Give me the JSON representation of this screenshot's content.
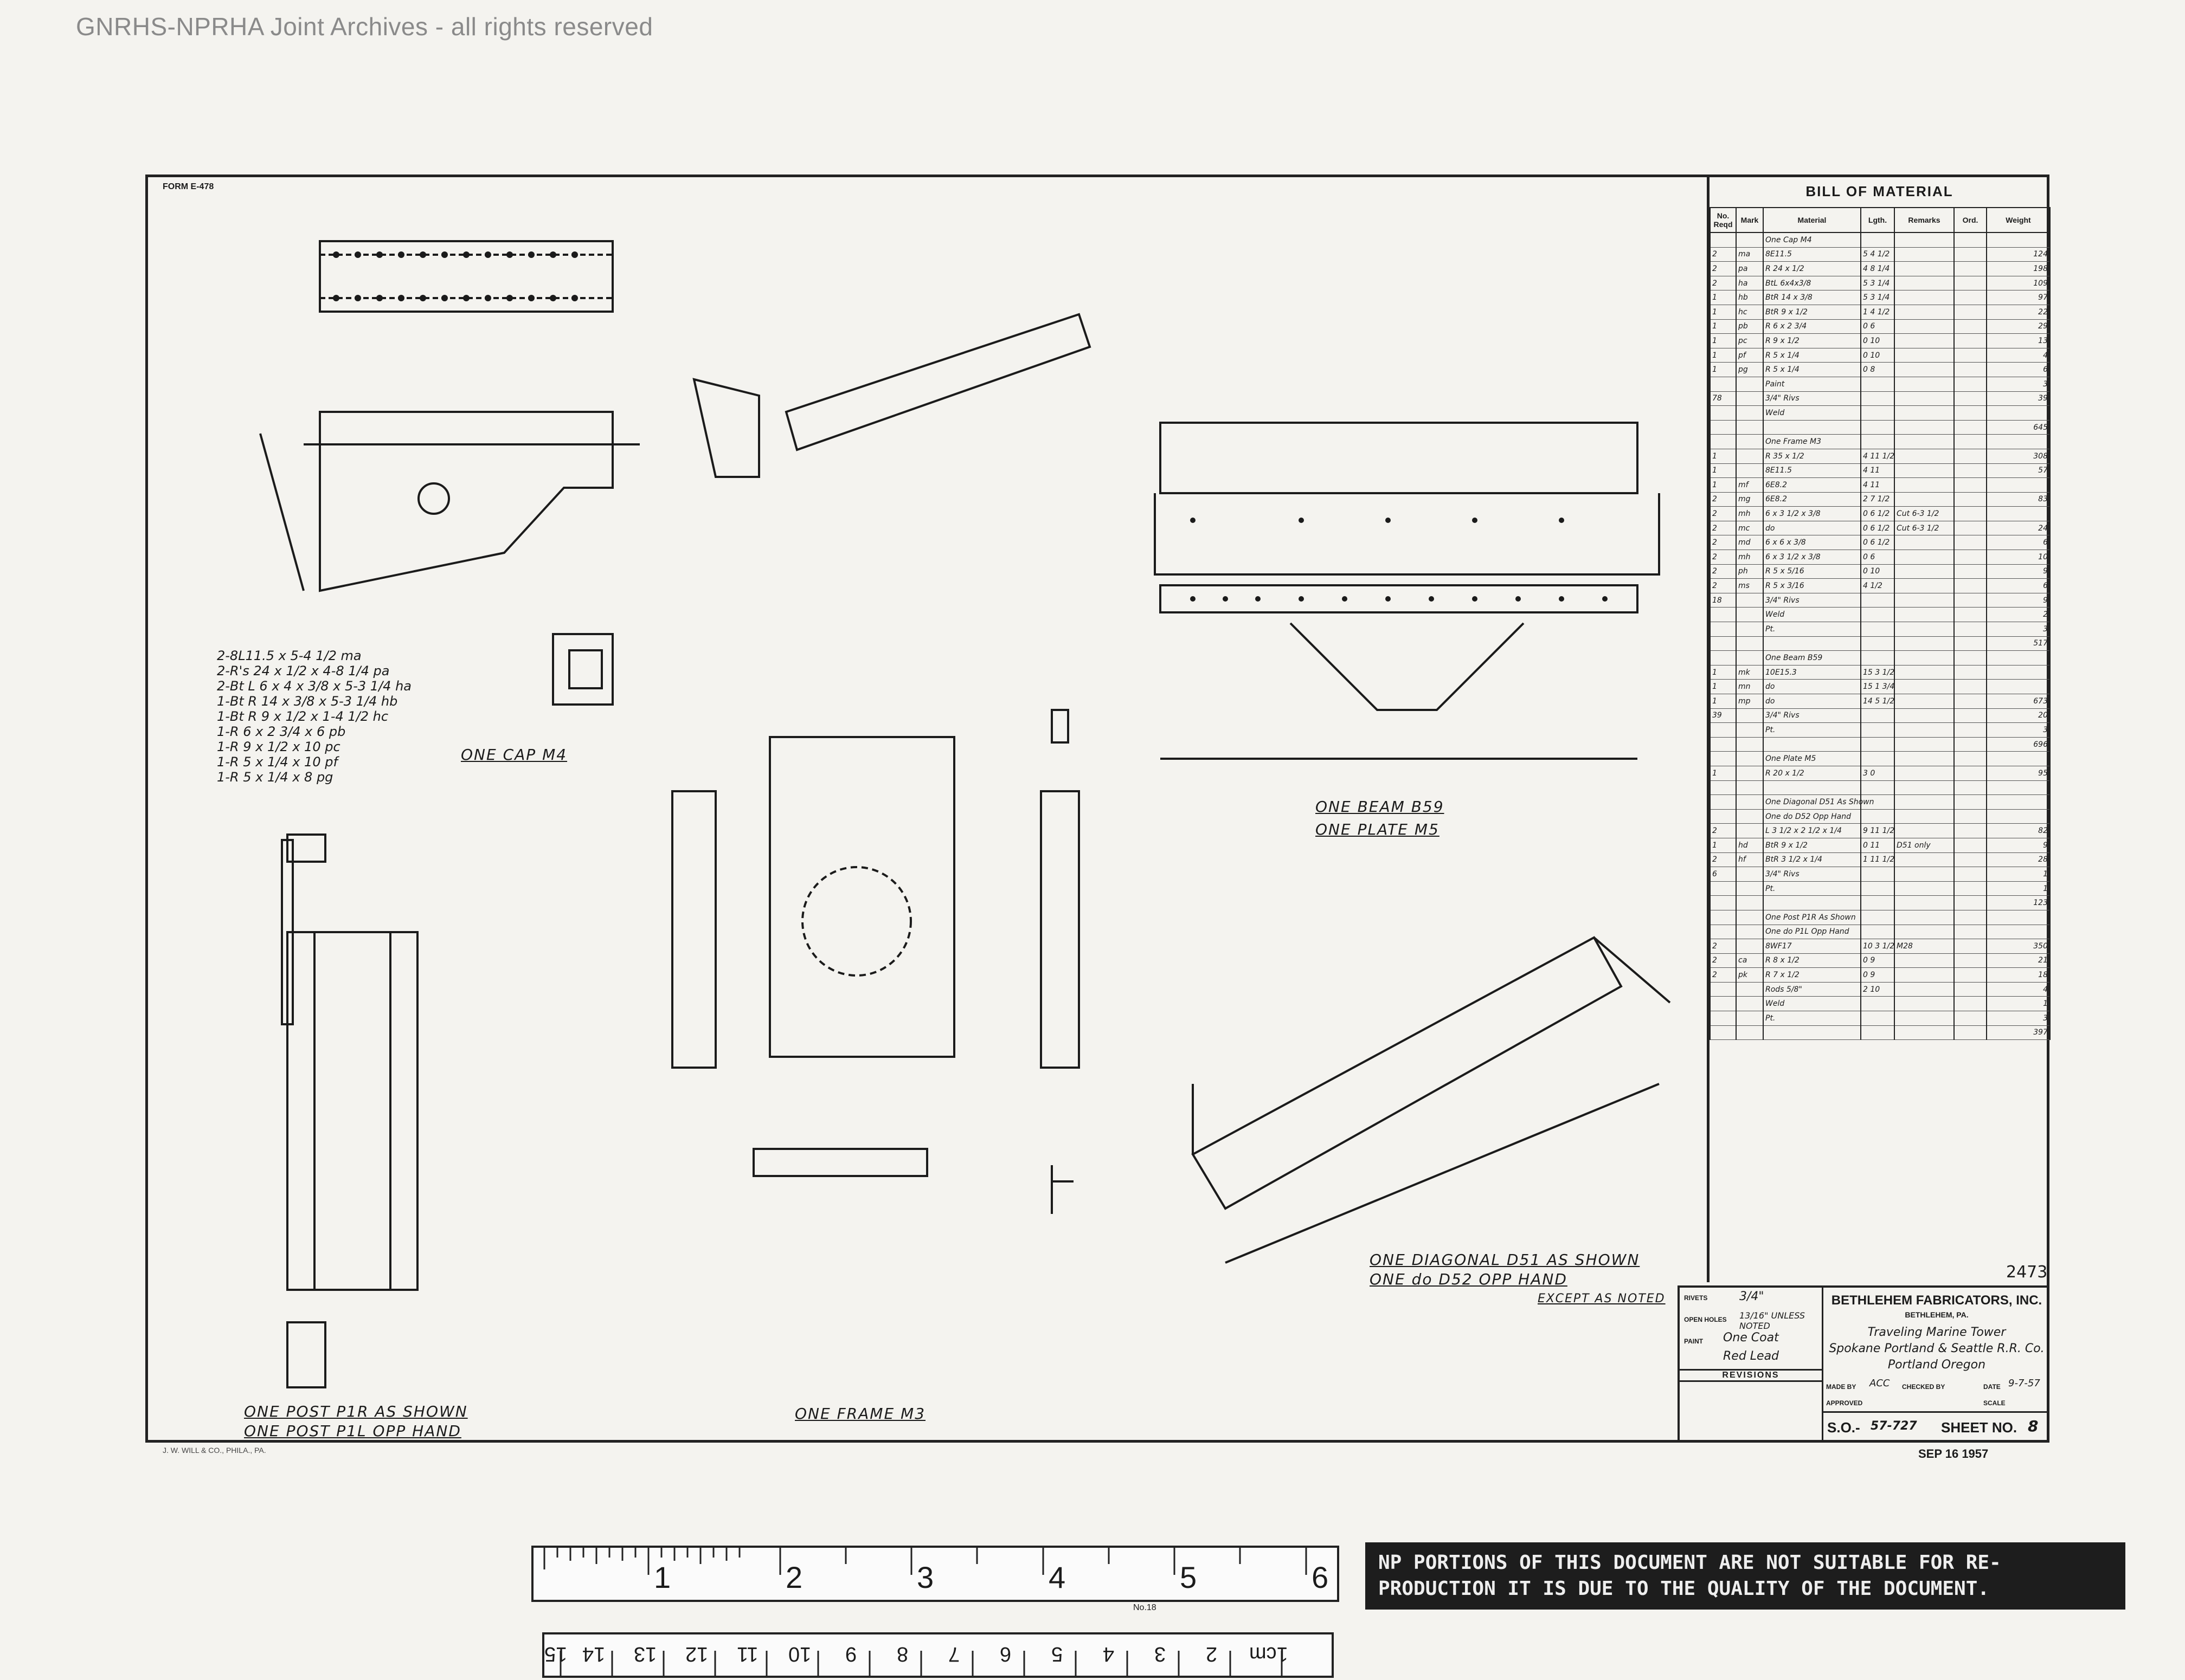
{
  "watermark": "GNRHS-NPRHA Joint Archives - all rights reserved",
  "form_no": "FORM E-478",
  "printer_note": "J. W. WILL & CO., PHILA., PA.",
  "views": {
    "cap": "ONE CAP M4",
    "cap_list": [
      "2-8L11.5 x 5-4 1/2 ma",
      "2-R's 24 x 1/2 x 4-8 1/4 pa",
      "2-Bt L 6 x 4 x 3/8 x 5-3 1/4 ha",
      "1-Bt R 14 x 3/8 x 5-3 1/4 hb",
      "1-Bt R 9 x 1/2 x 1-4 1/2 hc",
      "1-R 6 x 2 3/4 x 6 pb",
      "1-R 9 x 1/2 x 10 pc",
      "1-R 5 x 1/4 x 10 pf",
      "1-R 5 x 1/4 x 8 pg"
    ],
    "beam": "ONE BEAM B59",
    "plate": "ONE PLATE M5",
    "frame": "ONE FRAME M3",
    "post": "ONE POST P1R AS SHOWN",
    "post2": "ONE POST P1L OPP HAND",
    "diagonal": "ONE DIAGONAL D51 AS SHOWN",
    "diagonal2": "ONE do D52 OPP HAND",
    "diagonal3": "EXCEPT AS NOTED"
  },
  "bom": {
    "title": "BILL OF MATERIAL",
    "headers": [
      "No. Reqd",
      "Mark",
      "Material",
      "Lgth.",
      "Remarks",
      "Ord.",
      "Weight"
    ],
    "rows": [
      [
        "",
        "",
        "One Cap M4",
        "",
        "",
        "",
        ""
      ],
      [
        "2",
        "ma",
        "8E11.5",
        "5 4 1/2",
        "",
        "",
        "124"
      ],
      [
        "2",
        "pa",
        "R 24 x 1/2",
        "4 8 1/4",
        "",
        "",
        "198"
      ],
      [
        "2",
        "ha",
        "BtL 6x4x3/8",
        "5 3 1/4",
        "",
        "",
        "109"
      ],
      [
        "1",
        "hb",
        "BtR 14 x 3/8",
        "5 3 1/4",
        "",
        "",
        "97"
      ],
      [
        "1",
        "hc",
        "BtR 9 x 1/2",
        "1 4 1/2",
        "",
        "",
        "22"
      ],
      [
        "1",
        "pb",
        "R 6 x 2 3/4",
        "0 6",
        "",
        "",
        "29"
      ],
      [
        "1",
        "pc",
        "R 9 x 1/2",
        "0 10",
        "",
        "",
        "13"
      ],
      [
        "1",
        "pf",
        "R 5 x 1/4",
        "0 10",
        "",
        "",
        "4"
      ],
      [
        "1",
        "pg",
        "R 5 x 1/4",
        "0 8",
        "",
        "",
        "6"
      ],
      [
        "",
        "",
        "Paint",
        "",
        "",
        "",
        "3"
      ],
      [
        "78",
        "",
        "3/4\" Rivs",
        "",
        "",
        "",
        "39"
      ],
      [
        "",
        "",
        "Weld",
        "",
        "",
        "",
        ""
      ],
      [
        "",
        "",
        "",
        "",
        "",
        "",
        "645"
      ],
      [
        "",
        "",
        "One Frame M3",
        "",
        "",
        "",
        ""
      ],
      [
        "1",
        "",
        "R 35 x 1/2",
        "4 11 1/2",
        "",
        "",
        "308"
      ],
      [
        "1",
        "",
        "8E11.5",
        "4 11",
        "",
        "",
        "57"
      ],
      [
        "1",
        "mf",
        "6E8.2",
        "4 11",
        "",
        "",
        ""
      ],
      [
        "2",
        "mg",
        "6E8.2",
        "2 7 1/2",
        "",
        "",
        "83"
      ],
      [
        "2",
        "mh",
        "6 x 3 1/2 x 3/8",
        "0 6 1/2",
        "Cut 6-3 1/2",
        "",
        ""
      ],
      [
        "2",
        "mc",
        "do",
        "0 6 1/2",
        "Cut 6-3 1/2",
        "",
        "24"
      ],
      [
        "2",
        "md",
        "6 x 6 x 3/8",
        "0 6 1/2",
        "",
        "",
        "6"
      ],
      [
        "2",
        "mh",
        "6 x 3 1/2 x 3/8",
        "0 6",
        "",
        "",
        "10"
      ],
      [
        "2",
        "ph",
        "R 5 x 5/16",
        "0 10",
        "",
        "",
        "9"
      ],
      [
        "2",
        "ms",
        "R 5 x 3/16",
        "4 1/2",
        "",
        "",
        "6"
      ],
      [
        "18",
        "",
        "3/4\" Rivs",
        "",
        "",
        "",
        "9"
      ],
      [
        "",
        "",
        "Weld",
        "",
        "",
        "",
        "2"
      ],
      [
        "",
        "",
        "Pt.",
        "",
        "",
        "",
        "3"
      ],
      [
        "",
        "",
        "",
        "",
        "",
        "",
        "517"
      ],
      [
        "",
        "",
        "One Beam B59",
        "",
        "",
        "",
        ""
      ],
      [
        "1",
        "mk",
        "10E15.3",
        "15 3 1/2",
        "",
        "",
        ""
      ],
      [
        "1",
        "mn",
        "do",
        "15 1 3/4",
        "",
        "",
        ""
      ],
      [
        "1",
        "mp",
        "do",
        "14 5 1/2",
        "",
        "",
        "673"
      ],
      [
        "39",
        "",
        "3/4\" Rivs",
        "",
        "",
        "",
        "20"
      ],
      [
        "",
        "",
        "Pt.",
        "",
        "",
        "",
        "3"
      ],
      [
        "",
        "",
        "",
        "",
        "",
        "",
        "696"
      ],
      [
        "",
        "",
        "One Plate M5",
        "",
        "",
        "",
        ""
      ],
      [
        "1",
        "",
        "R 20 x 1/2",
        "3 0",
        "",
        "",
        "95"
      ],
      [
        "",
        "",
        "",
        "",
        "",
        "",
        ""
      ],
      [
        "",
        "",
        "One Diagonal D51 As Shown",
        "",
        "",
        "",
        ""
      ],
      [
        "",
        "",
        "One do D52 Opp Hand",
        "",
        "",
        "",
        ""
      ],
      [
        "2",
        "",
        "L 3 1/2 x 2 1/2 x 1/4",
        "9 11 1/2",
        "",
        "",
        "82"
      ],
      [
        "1",
        "hd",
        "BtR 9 x 1/2",
        "0 11",
        "D51 only",
        "",
        "9"
      ],
      [
        "2",
        "hf",
        "BtR 3 1/2 x 1/4",
        "1 11 1/2",
        "",
        "",
        "28"
      ],
      [
        "6",
        "",
        "3/4\" Rivs",
        "",
        "",
        "",
        "1"
      ],
      [
        "",
        "",
        "Pt.",
        "",
        "",
        "",
        "1"
      ],
      [
        "",
        "",
        "",
        "",
        "",
        "",
        "123"
      ],
      [
        "",
        "",
        "One Post P1R As Shown",
        "",
        "",
        "",
        ""
      ],
      [
        "",
        "",
        "One do P1L Opp Hand",
        "",
        "",
        "",
        ""
      ],
      [
        "2",
        "",
        "8WF17",
        "10 3 1/2",
        "M28",
        "",
        "350"
      ],
      [
        "2",
        "ca",
        "R 8 x 1/2",
        "0 9",
        "",
        "",
        "21"
      ],
      [
        "2",
        "pk",
        "R 7 x 1/2",
        "0 9",
        "",
        "",
        "18"
      ],
      [
        "",
        "",
        "Rods 5/8\"",
        "2 10",
        "",
        "",
        "4"
      ],
      [
        "",
        "",
        "Weld",
        "",
        "",
        "",
        "1"
      ],
      [
        "",
        "",
        "Pt.",
        "",
        "",
        "",
        "3"
      ],
      [
        "",
        "",
        "",
        "",
        "",
        "",
        "397"
      ]
    ],
    "total": "2473"
  },
  "title_block": {
    "rivets_label": "RIVETS",
    "rivets": "3/4\"",
    "holes_label": "OPEN HOLES",
    "holes": "13/16\" UNLESS NOTED",
    "paint_label": "PAINT",
    "paint1": "One Coat",
    "paint2": "Red Lead",
    "revisions": "REVISIONS",
    "company": "BETHLEHEM FABRICATORS, INC.",
    "city": "BETHLEHEM, PA.",
    "line1": "Traveling Marine Tower",
    "line2": "Spokane Portland & Seattle R.R. Co.",
    "line3": "Portland Oregon",
    "made_by_label": "MADE BY",
    "made_by": "ACC",
    "checked_label": "CHECKED BY",
    "date_label": "DATE",
    "date": "9-7-57",
    "approved_label": "APPROVED",
    "scale_label": "SCALE",
    "so_label": "S.O.-",
    "so": "57-727",
    "sheet_label": "SHEET NO.",
    "sheet": "8"
  },
  "stamp": "SEP 16 1957",
  "ruler_inch": [
    "1",
    "2",
    "3",
    "4",
    "5",
    "6"
  ],
  "ruler_cm": [
    "1cm",
    "2",
    "3",
    "4",
    "5",
    "6",
    "7",
    "8",
    "9",
    "10",
    "11",
    "12",
    "13",
    "14",
    "15"
  ],
  "ruler_mfr": "No.18",
  "disclaimer": "NP PORTIONS OF THIS DOCUMENT ARE NOT SUITABLE FOR RE- PRODUCTION IT IS DUE TO THE QUALITY OF THE DOCUMENT."
}
